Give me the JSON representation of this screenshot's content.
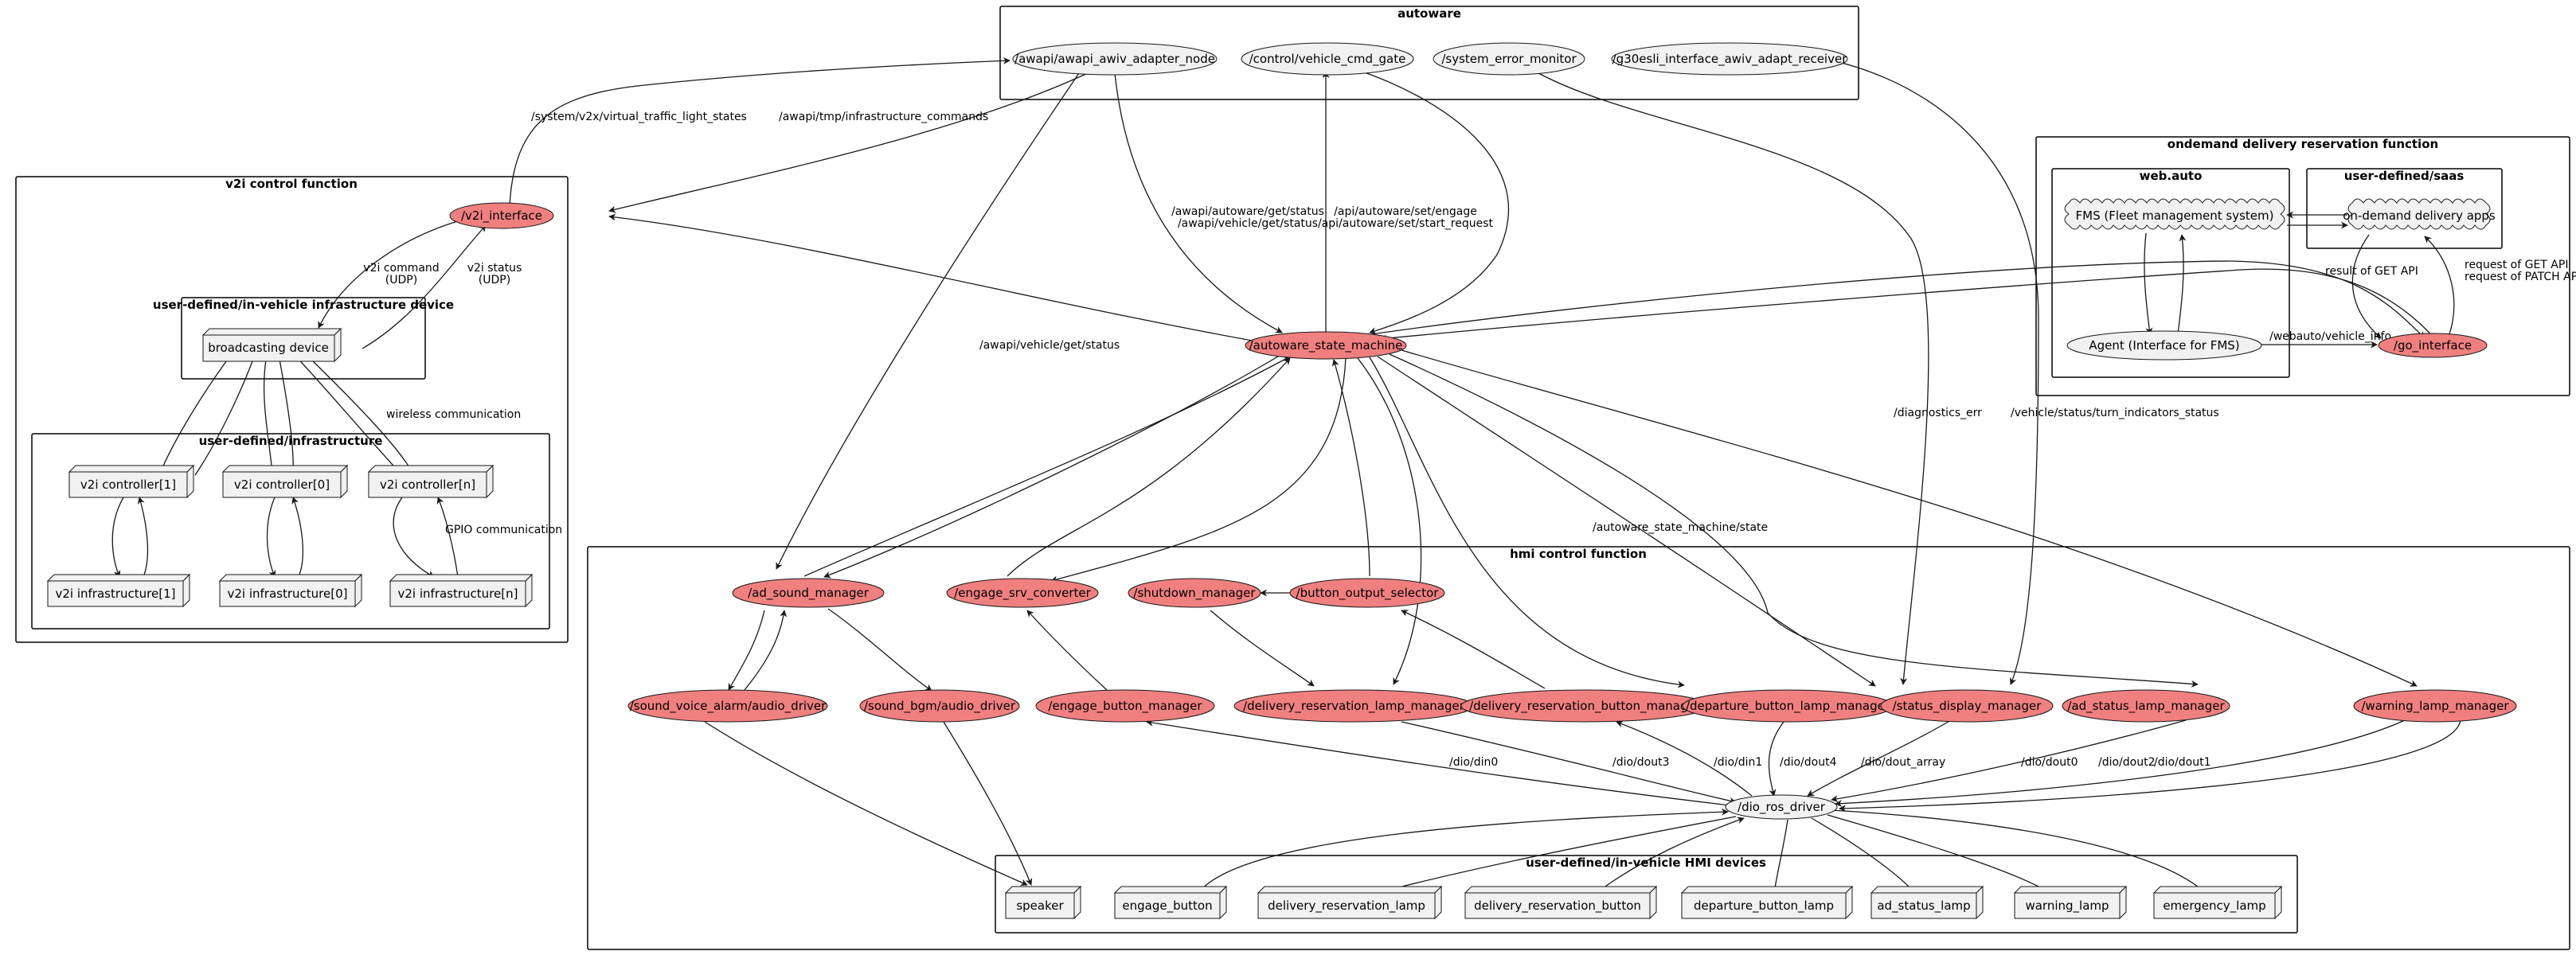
{
  "frames": {
    "autoware": "autoware",
    "v2i_control": "v2i control function",
    "in_vehicle_infra": "user-defined/in-vehicle infrastructure device",
    "infrastructure": "user-defined/infrastructure",
    "ondemand": "ondemand delivery reservation function",
    "webauto": "web.auto",
    "saas": "user-defined/saas",
    "hmi_control": "hmi control function",
    "hmi_devices": "user-defined/in-vehicle HMI devices"
  },
  "nodes": {
    "awiv_adapter": "/awapi/awapi_awiv_adapter_node",
    "vehicle_cmd_gate": "/control/vehicle_cmd_gate",
    "system_error_monitor": "/system_error_monitor",
    "g30esli": "/g30esli_interface_awiv_adapt_receiver",
    "v2i_interface": "/v2i_interface",
    "broadcasting_device": "broadcasting device",
    "v2i_controller_1": "v2i controller[1]",
    "v2i_controller_0": "v2i controller[0]",
    "v2i_controller_n": "v2i controller[n]",
    "v2i_infra_1": "v2i infrastructure[1]",
    "v2i_infra_0": "v2i infrastructure[0]",
    "v2i_infra_n": "v2i infrastructure[n]",
    "autoware_state_machine": "/autoware_state_machine",
    "fms": "FMS (Fleet management system)",
    "ondemand_apps": "on-demand delivery apps",
    "agent": "Agent (Interface for FMS)",
    "go_interface": "/go_interface",
    "ad_sound_manager": "/ad_sound_manager",
    "engage_srv_converter": "/engage_srv_converter",
    "shutdown_manager": "/shutdown_manager",
    "button_output_selector": "/button_output_selector",
    "sound_voice_alarm": "/sound_voice_alarm/audio_driver",
    "sound_bgm": "/sound_bgm/audio_driver",
    "engage_button_manager": "/engage_button_manager",
    "delivery_reservation_lamp_manager": "/delivery_reservation_lamp_manager",
    "delivery_reservation_button_manager": "/delivery_reservation_button_manager",
    "departure_button_lamp_manager": "/departure_button_lamp_manager",
    "status_display_manager": "/status_display_manager",
    "ad_status_lamp_manager": "/ad_status_lamp_manager",
    "warning_lamp_manager": "/warning_lamp_manager",
    "dio_ros_driver": "/dio_ros_driver",
    "speaker": "speaker",
    "engage_button": "engage_button",
    "delivery_reservation_lamp": "delivery_reservation_lamp",
    "delivery_reservation_button": "delivery_reservation_button",
    "departure_button_lamp": "departure_button_lamp",
    "ad_status_lamp": "ad_status_lamp",
    "warning_lamp": "warning_lamp",
    "emergency_lamp": "emergency_lamp"
  },
  "edges": {
    "virtual_traffic_light_states": "/system/v2x/virtual_traffic_light_states",
    "infrastructure_commands": "/awapi/tmp/infrastructure_commands",
    "v2i_command_1": "v2i command",
    "v2i_command_2": "(UDP)",
    "v2i_status_1": "v2i status",
    "v2i_status_2": "(UDP)",
    "wireless_communication": "wireless communication",
    "gpio_communication": "GPIO communication",
    "awapi_vehicle_get_status": "/awapi/vehicle/get/status",
    "aw_get_status_1": "/awapi/autoware/get/status",
    "aw_get_status_2": "/awapi/vehicle/get/status",
    "engage_1": "/api/autoware/set/engage",
    "engage_2": "/api/autoware/set/start_request",
    "diagnostics_err": "/diagnostics_err",
    "turn_indicators": "/vehicle/status/turn_indicators_status",
    "state_machine_state": "/autoware_state_machine/state",
    "result_get_api": "result of GET API",
    "request_get_api_1": "request of GET API",
    "request_get_api_2": "request of PATCH API",
    "vehicle_info": "/webauto/vehicle_info",
    "din0": "/dio/din0",
    "dout3": "/dio/dout3",
    "din1": "/dio/din1",
    "dout4": "/dio/dout4",
    "dout_array": "/dio/dout_array",
    "dout0": "/dio/dout0",
    "dout2": "/dio/dout2",
    "dout1": "/dio/dout1"
  }
}
